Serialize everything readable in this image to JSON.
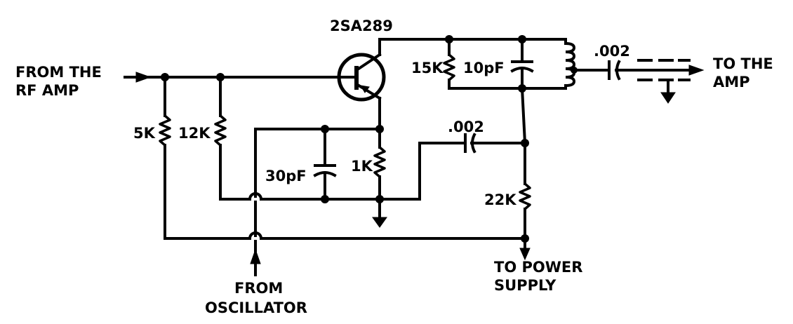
{
  "diagram": {
    "labels": {
      "transistor": "2SA289",
      "input_line1": "FROM THE",
      "input_line2": "RF AMP",
      "output_line1": "TO THE",
      "output_line2": "AMP",
      "osc_line1": "FROM",
      "osc_line2": "OSCILLATOR",
      "power_line1": "TO POWER",
      "power_line2": "SUPPLY"
    },
    "components": {
      "r_5k": "5K",
      "r_12k": "12K",
      "c_30pf": "30pF",
      "r_1k": "1K",
      "r_15k": "15K",
      "c_10pf": "10pF",
      "c_002_out": ".002",
      "c_002_mid": ".002",
      "r_22k": "22K"
    }
  }
}
